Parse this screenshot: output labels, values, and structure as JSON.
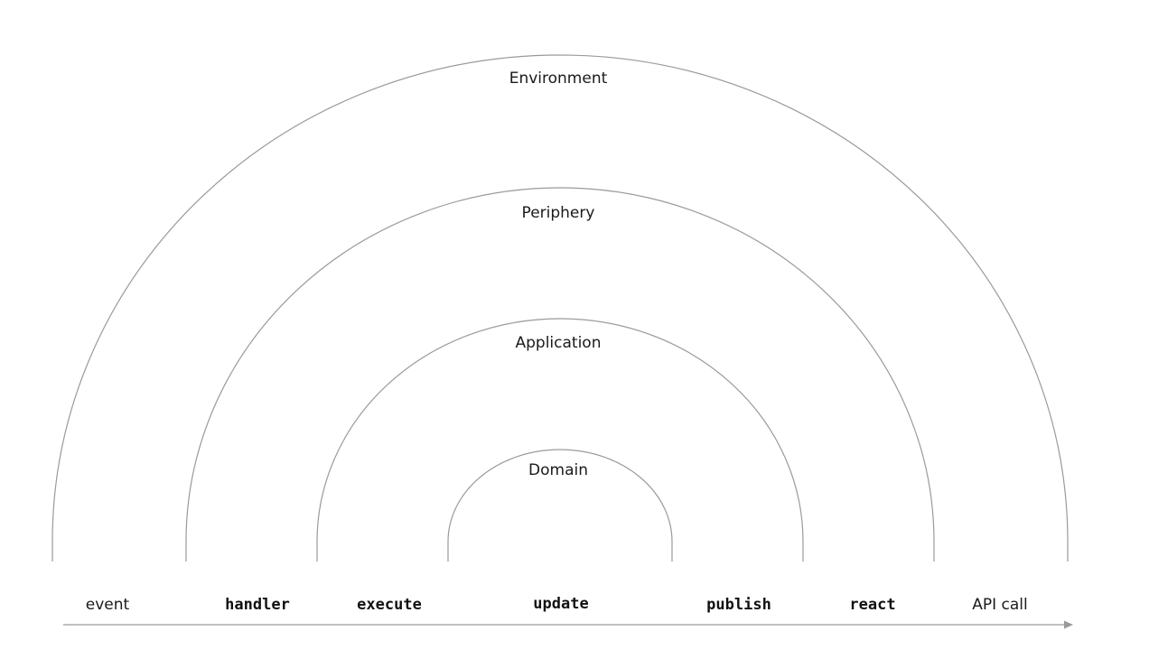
{
  "layers": [
    {
      "name": "Environment"
    },
    {
      "name": "Periphery"
    },
    {
      "name": "Application"
    },
    {
      "name": "Domain"
    }
  ],
  "steps": [
    {
      "label": "event",
      "style": "plain"
    },
    {
      "label": "handler",
      "style": "code"
    },
    {
      "label": "execute",
      "style": "code"
    },
    {
      "label": "update",
      "style": "code"
    },
    {
      "label": "publish",
      "style": "code"
    },
    {
      "label": "react",
      "style": "code"
    },
    {
      "label": "API call",
      "style": "plain"
    }
  ],
  "colors": {
    "line": "#9a9a9a",
    "text": "#1a1a1a"
  }
}
